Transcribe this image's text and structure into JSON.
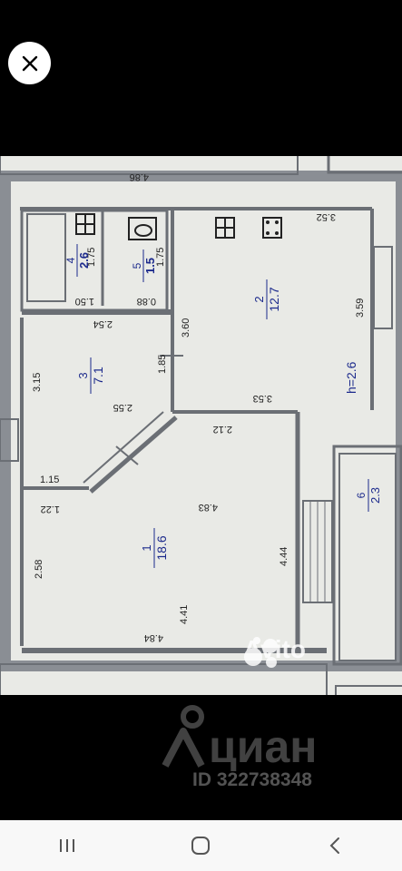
{
  "plan": {
    "dims": {
      "top": "4.86",
      "room2_width_top": "3.52",
      "room2_width_bottom": "3.53",
      "room2_height": "3.59",
      "wall_height": "3.60",
      "ceiling": "h=2.6",
      "bath_height": "1.75",
      "toilet_height": "1.75",
      "bath_width": "1.50",
      "toilet_width": "0.88",
      "corridor_width": "2.54",
      "room3_height": "3.15",
      "room3_mid": "1.85",
      "room3_diag": "2.55",
      "room1_top_right": "2.12",
      "room1_door": "1.15",
      "room1_left_top": "1.22",
      "room1_mid": "4.83",
      "room1_left": "2.58",
      "room1_right": "4.44",
      "room1_inner": "4.41",
      "room1_bottom": "4.84"
    },
    "rooms": [
      {
        "num": "1",
        "area": "18.6"
      },
      {
        "num": "2",
        "area": "12.7"
      },
      {
        "num": "3",
        "area": "7.1"
      },
      {
        "num": "4",
        "area": "2.6"
      },
      {
        "num": "5",
        "area": "1.5"
      },
      {
        "num": "6",
        "area": "2.3"
      }
    ]
  },
  "watermark": {
    "avito": "Avito",
    "cian": "циан",
    "id": "ID 322738348"
  },
  "colors": {
    "ink": "#1c2a8c",
    "wall": "#6b6f75"
  }
}
